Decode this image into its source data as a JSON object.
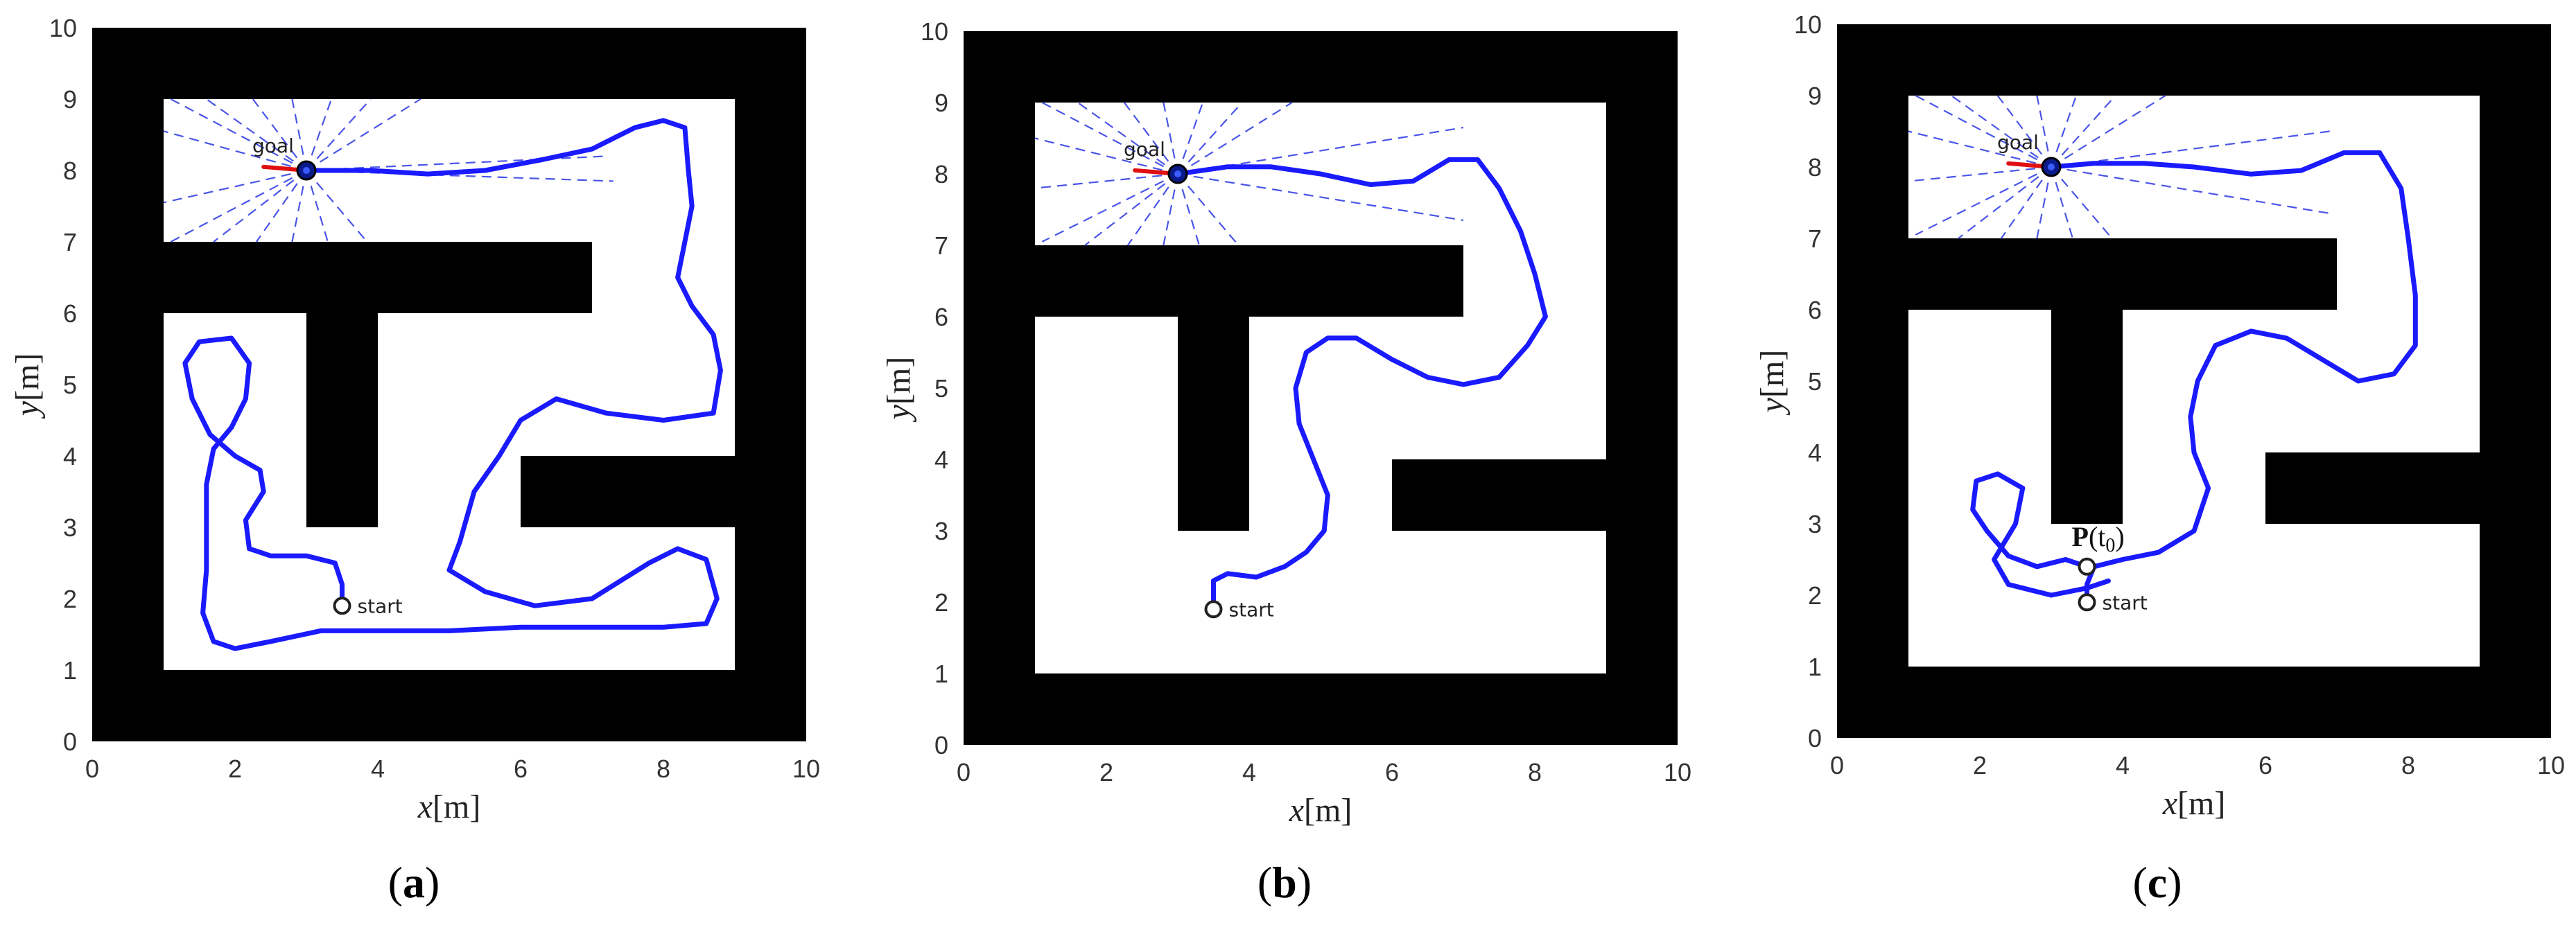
{
  "colors": {
    "wall": "#000000",
    "path": "#1a1aff",
    "rays": "#4a55e8",
    "heading": "#e01010",
    "goal_marker": "#0a1a8a"
  },
  "axes": {
    "x_label_var": "x",
    "x_label_unit": "[m]",
    "y_label_var": "y",
    "y_label_unit": "[m]",
    "xlim": [
      0,
      10
    ],
    "ylim": [
      0,
      10
    ],
    "x_ticks": [
      "0",
      "2",
      "4",
      "6",
      "8",
      "10"
    ],
    "y_ticks": [
      "0",
      "1",
      "2",
      "3",
      "4",
      "5",
      "6",
      "7",
      "8",
      "9",
      "10"
    ]
  },
  "map": {
    "free_space": [
      [
        1,
        9,
        1,
        9
      ]
    ],
    "walls_inner": [
      [
        1,
        7,
        6,
        7
      ],
      [
        3,
        4,
        3,
        6
      ],
      [
        6,
        9,
        3,
        4
      ]
    ],
    "walls_inner_c": [
      [
        1,
        7,
        6,
        7
      ],
      [
        3,
        4,
        3,
        6
      ],
      [
        6,
        9,
        3,
        4
      ]
    ]
  },
  "panels": [
    {
      "id": "a",
      "caption_open": "(",
      "caption_letter": "a",
      "caption_close": ")",
      "goal_label": "goal",
      "start_label": "start",
      "goal": [
        3.0,
        8.0
      ],
      "start": [
        3.5,
        1.9
      ],
      "free_space": [
        [
          1,
          9,
          1,
          9
        ]
      ],
      "walls_inner": [
        [
          1,
          7,
          6,
          7
        ],
        [
          3,
          4,
          3,
          6
        ],
        [
          6,
          9,
          3,
          4
        ]
      ],
      "path": [
        [
          3.5,
          1.9
        ],
        [
          3.5,
          2.2
        ],
        [
          3.4,
          2.5
        ],
        [
          3.0,
          2.6
        ],
        [
          2.5,
          2.6
        ],
        [
          2.2,
          2.7
        ],
        [
          2.15,
          3.1
        ],
        [
          2.4,
          3.5
        ],
        [
          2.35,
          3.8
        ],
        [
          2.0,
          4.0
        ],
        [
          1.65,
          4.3
        ],
        [
          1.4,
          4.8
        ],
        [
          1.3,
          5.3
        ],
        [
          1.5,
          5.6
        ],
        [
          1.95,
          5.65
        ],
        [
          2.2,
          5.3
        ],
        [
          2.15,
          4.8
        ],
        [
          1.95,
          4.4
        ],
        [
          1.7,
          4.1
        ],
        [
          1.6,
          3.6
        ],
        [
          1.6,
          3.0
        ],
        [
          1.6,
          2.4
        ],
        [
          1.55,
          1.8
        ],
        [
          1.7,
          1.4
        ],
        [
          2.0,
          1.3
        ],
        [
          2.5,
          1.4
        ],
        [
          3.2,
          1.55
        ],
        [
          4.0,
          1.55
        ],
        [
          5.0,
          1.55
        ],
        [
          6.0,
          1.6
        ],
        [
          7.0,
          1.6
        ],
        [
          8.0,
          1.6
        ],
        [
          8.6,
          1.65
        ],
        [
          8.75,
          2.0
        ],
        [
          8.6,
          2.55
        ],
        [
          8.2,
          2.7
        ],
        [
          7.8,
          2.5
        ],
        [
          7.0,
          2.0
        ],
        [
          6.2,
          1.9
        ],
        [
          5.5,
          2.1
        ],
        [
          5.0,
          2.4
        ],
        [
          5.15,
          2.8
        ],
        [
          5.35,
          3.5
        ],
        [
          5.7,
          4.0
        ],
        [
          6.0,
          4.5
        ],
        [
          6.5,
          4.8
        ],
        [
          7.2,
          4.6
        ],
        [
          8.0,
          4.5
        ],
        [
          8.7,
          4.6
        ],
        [
          8.8,
          5.2
        ],
        [
          8.7,
          5.7
        ],
        [
          8.4,
          6.1
        ],
        [
          8.2,
          6.5
        ],
        [
          8.3,
          7.0
        ],
        [
          8.4,
          7.5
        ],
        [
          8.35,
          8.0
        ],
        [
          8.3,
          8.6
        ],
        [
          8.0,
          8.7
        ],
        [
          7.6,
          8.6
        ],
        [
          7.0,
          8.3
        ],
        [
          6.3,
          8.15
        ],
        [
          5.5,
          8.0
        ],
        [
          4.7,
          7.95
        ],
        [
          3.9,
          8.0
        ],
        [
          3.0,
          8.0
        ]
      ],
      "rays": [
        [
          -1.9,
          1.0
        ],
        [
          -1.4,
          1.0
        ],
        [
          -0.75,
          1.0
        ],
        [
          -0.2,
          1.0
        ],
        [
          0.35,
          1.0
        ],
        [
          0.9,
          1.0
        ],
        [
          1.6,
          1.0
        ],
        [
          4.2,
          0.2
        ],
        [
          4.3,
          -0.15
        ],
        [
          0.85,
          -1.0
        ],
        [
          0.3,
          -1.0
        ],
        [
          -0.2,
          -1.0
        ],
        [
          -0.7,
          -1.0
        ],
        [
          -1.3,
          -1.0
        ],
        [
          -1.9,
          -1.0
        ],
        [
          -2.0,
          0.55
        ],
        [
          -2.0,
          -0.45
        ]
      ],
      "heading_from": [
        2.4,
        8.05
      ]
    },
    {
      "id": "b",
      "caption_open": "(",
      "caption_letter": "b",
      "caption_close": ")",
      "goal_label": "goal",
      "start_label": "start",
      "goal": [
        3.0,
        8.0
      ],
      "start": [
        3.5,
        1.9
      ],
      "free_space": [
        [
          1,
          9,
          1,
          9
        ]
      ],
      "walls_inner": [
        [
          1,
          7,
          6,
          7
        ],
        [
          3,
          4,
          3,
          6
        ],
        [
          6,
          9,
          3,
          4
        ]
      ],
      "path": [
        [
          3.5,
          2.0
        ],
        [
          3.5,
          2.3
        ],
        [
          3.7,
          2.4
        ],
        [
          4.1,
          2.35
        ],
        [
          4.5,
          2.5
        ],
        [
          4.8,
          2.7
        ],
        [
          5.05,
          3.0
        ],
        [
          5.1,
          3.5
        ],
        [
          4.9,
          4.0
        ],
        [
          4.7,
          4.5
        ],
        [
          4.65,
          5.0
        ],
        [
          4.8,
          5.5
        ],
        [
          5.1,
          5.7
        ],
        [
          5.5,
          5.7
        ],
        [
          6.0,
          5.4
        ],
        [
          6.5,
          5.15
        ],
        [
          7.0,
          5.05
        ],
        [
          7.5,
          5.15
        ],
        [
          7.9,
          5.6
        ],
        [
          8.15,
          6.0
        ],
        [
          8.0,
          6.6
        ],
        [
          7.8,
          7.2
        ],
        [
          7.5,
          7.8
        ],
        [
          7.2,
          8.2
        ],
        [
          6.8,
          8.2
        ],
        [
          6.3,
          7.9
        ],
        [
          5.7,
          7.85
        ],
        [
          5.0,
          8.0
        ],
        [
          4.3,
          8.1
        ],
        [
          3.7,
          8.1
        ],
        [
          3.0,
          8.0
        ]
      ],
      "rays": [
        [
          -1.9,
          1.0
        ],
        [
          -1.4,
          1.0
        ],
        [
          -0.75,
          1.0
        ],
        [
          -0.2,
          1.0
        ],
        [
          0.35,
          1.0
        ],
        [
          0.9,
          1.0
        ],
        [
          1.6,
          1.0
        ],
        [
          4.0,
          0.65
        ],
        [
          4.0,
          -0.65
        ],
        [
          0.85,
          -1.0
        ],
        [
          0.3,
          -1.0
        ],
        [
          -0.2,
          -1.0
        ],
        [
          -0.7,
          -1.0
        ],
        [
          -1.3,
          -1.0
        ],
        [
          -1.9,
          -0.95
        ],
        [
          -2.0,
          0.5
        ],
        [
          -2.0,
          -0.2
        ]
      ],
      "heading_from": [
        2.4,
        8.05
      ]
    },
    {
      "id": "c",
      "caption_open": "(",
      "caption_letter": "c",
      "caption_close": ")",
      "goal_label": "goal",
      "start_label": "start",
      "waypoint_label_main": "P",
      "waypoint_label_args": "(t",
      "waypoint_label_sub": "0",
      "waypoint_label_close": ")",
      "goal": [
        3.0,
        8.0
      ],
      "start": [
        3.5,
        1.9
      ],
      "waypoint": [
        3.5,
        2.4
      ],
      "free_space": [
        [
          1,
          9,
          1,
          9
        ]
      ],
      "walls_inner": [
        [
          1,
          7,
          6,
          7
        ],
        [
          3,
          4,
          3,
          6
        ],
        [
          6,
          9,
          3,
          4
        ]
      ],
      "path": [
        [
          3.5,
          1.9
        ],
        [
          3.5,
          2.15
        ],
        [
          3.6,
          2.4
        ],
        [
          4.0,
          2.5
        ],
        [
          4.5,
          2.6
        ],
        [
          5.0,
          2.9
        ],
        [
          5.2,
          3.5
        ],
        [
          5.0,
          4.0
        ],
        [
          4.95,
          4.5
        ],
        [
          5.05,
          5.0
        ],
        [
          5.3,
          5.5
        ],
        [
          5.8,
          5.7
        ],
        [
          6.3,
          5.6
        ],
        [
          6.8,
          5.3
        ],
        [
          7.3,
          5.0
        ],
        [
          7.8,
          5.1
        ],
        [
          8.1,
          5.5
        ],
        [
          8.1,
          6.2
        ],
        [
          8.0,
          7.0
        ],
        [
          7.9,
          7.7
        ],
        [
          7.6,
          8.2
        ],
        [
          7.1,
          8.2
        ],
        [
          6.5,
          7.95
        ],
        [
          5.8,
          7.9
        ],
        [
          5.0,
          8.0
        ],
        [
          4.3,
          8.05
        ],
        [
          3.6,
          8.05
        ],
        [
          3.0,
          8.0
        ]
      ],
      "path2": [
        [
          3.5,
          2.4
        ],
        [
          3.2,
          2.5
        ],
        [
          2.8,
          2.4
        ],
        [
          2.4,
          2.55
        ],
        [
          2.1,
          2.9
        ],
        [
          1.9,
          3.2
        ],
        [
          1.95,
          3.6
        ],
        [
          2.25,
          3.7
        ],
        [
          2.6,
          3.5
        ],
        [
          2.5,
          3.0
        ],
        [
          2.2,
          2.5
        ],
        [
          2.4,
          2.15
        ],
        [
          3.0,
          2.0
        ],
        [
          3.5,
          2.1
        ],
        [
          3.8,
          2.2
        ]
      ],
      "rays": [
        [
          -1.9,
          1.0
        ],
        [
          -1.4,
          1.0
        ],
        [
          -0.75,
          1.0
        ],
        [
          -0.2,
          1.0
        ],
        [
          0.35,
          1.0
        ],
        [
          0.9,
          1.0
        ],
        [
          1.6,
          1.0
        ],
        [
          3.9,
          0.5
        ],
        [
          3.9,
          -0.65
        ],
        [
          0.85,
          -1.0
        ],
        [
          0.3,
          -1.0
        ],
        [
          -0.2,
          -1.0
        ],
        [
          -0.7,
          -1.0
        ],
        [
          -1.3,
          -1.0
        ],
        [
          -1.9,
          -0.95
        ],
        [
          -2.0,
          0.5
        ],
        [
          -2.0,
          -0.2
        ]
      ],
      "heading_from": [
        2.4,
        8.05
      ]
    }
  ]
}
